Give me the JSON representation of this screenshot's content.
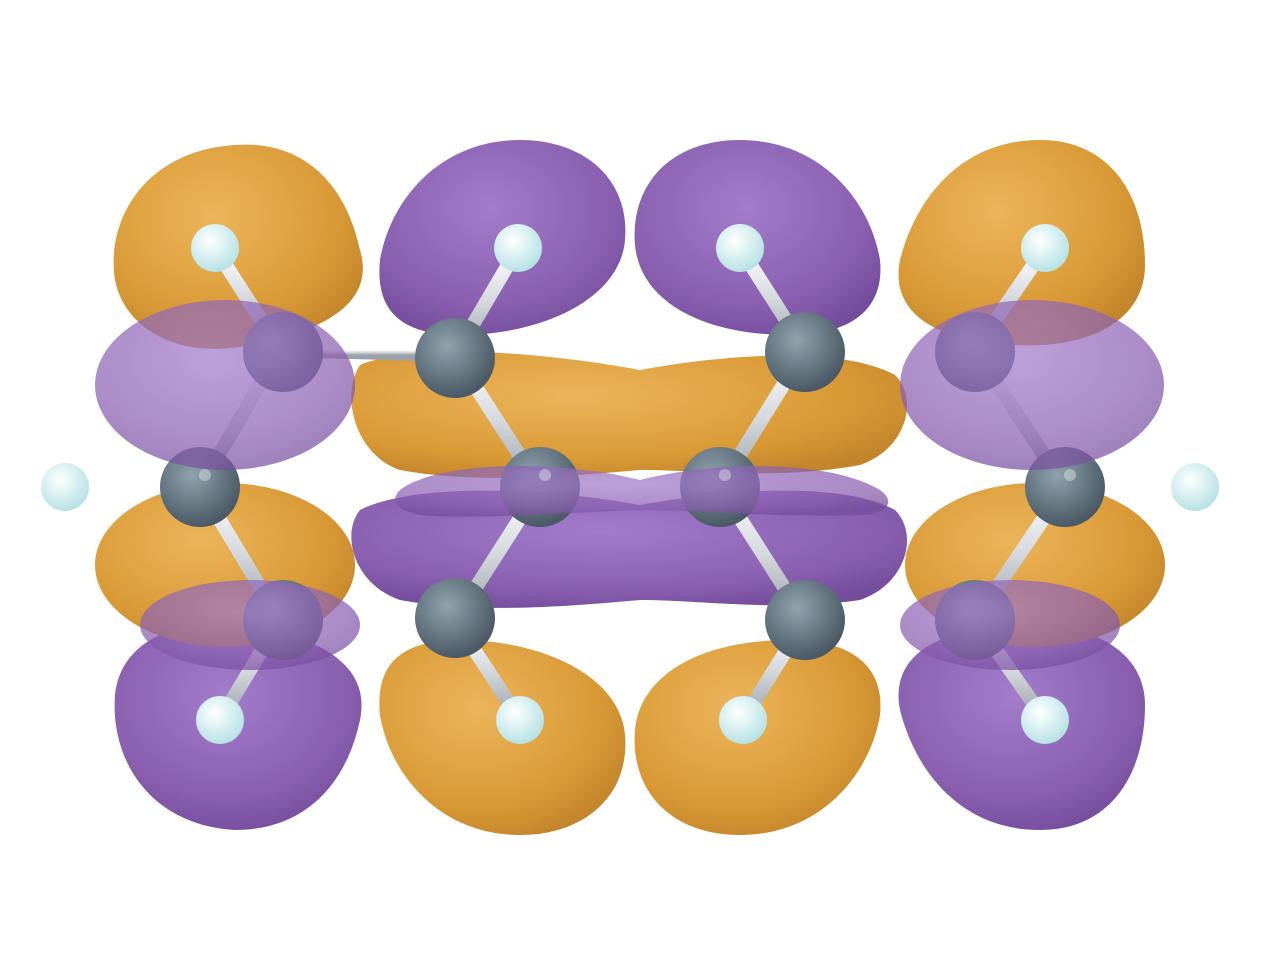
{
  "palette": {
    "background": "#ffffff",
    "lobe_positive": "#d99a36",
    "lobe_negative": "#8a5fb0",
    "atom_carbon": "#5b6b78",
    "atom_hydrogen": "#d6f2f4",
    "bond": "#c8ccd2"
  },
  "molecule": {
    "atoms": [
      {
        "id": "C1",
        "element": "carbon"
      },
      {
        "id": "C2",
        "element": "carbon"
      },
      {
        "id": "C3",
        "element": "carbon"
      },
      {
        "id": "C4",
        "element": "carbon"
      },
      {
        "id": "C5",
        "element": "carbon"
      },
      {
        "id": "C6",
        "element": "carbon"
      },
      {
        "id": "C7",
        "element": "carbon"
      },
      {
        "id": "C8",
        "element": "carbon"
      },
      {
        "id": "C9",
        "element": "carbon"
      },
      {
        "id": "C10",
        "element": "carbon"
      },
      {
        "id": "H1",
        "element": "hydrogen"
      },
      {
        "id": "H2",
        "element": "hydrogen"
      },
      {
        "id": "H3",
        "element": "hydrogen"
      },
      {
        "id": "H4",
        "element": "hydrogen"
      },
      {
        "id": "H5",
        "element": "hydrogen"
      },
      {
        "id": "H6",
        "element": "hydrogen"
      },
      {
        "id": "H7",
        "element": "hydrogen"
      },
      {
        "id": "H8",
        "element": "hydrogen"
      },
      {
        "id": "H9",
        "element": "hydrogen"
      },
      {
        "id": "H10",
        "element": "hydrogen"
      }
    ],
    "orbital_phases": [
      "positive",
      "negative"
    ]
  }
}
